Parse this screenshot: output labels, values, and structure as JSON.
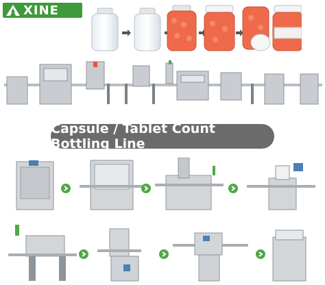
{
  "logo": {
    "text": "XINE",
    "mark": "A",
    "brand_color": "#3e9a3a"
  },
  "title": "Capsule / Tablet Count Bottling Line",
  "icons": {
    "arrow": "chevron-right-icon"
  },
  "colors": {
    "accent": "#4fa84a",
    "pill": "#6b6b6b",
    "steel": "#c9ccd0",
    "tablet": "#e8543a"
  }
}
